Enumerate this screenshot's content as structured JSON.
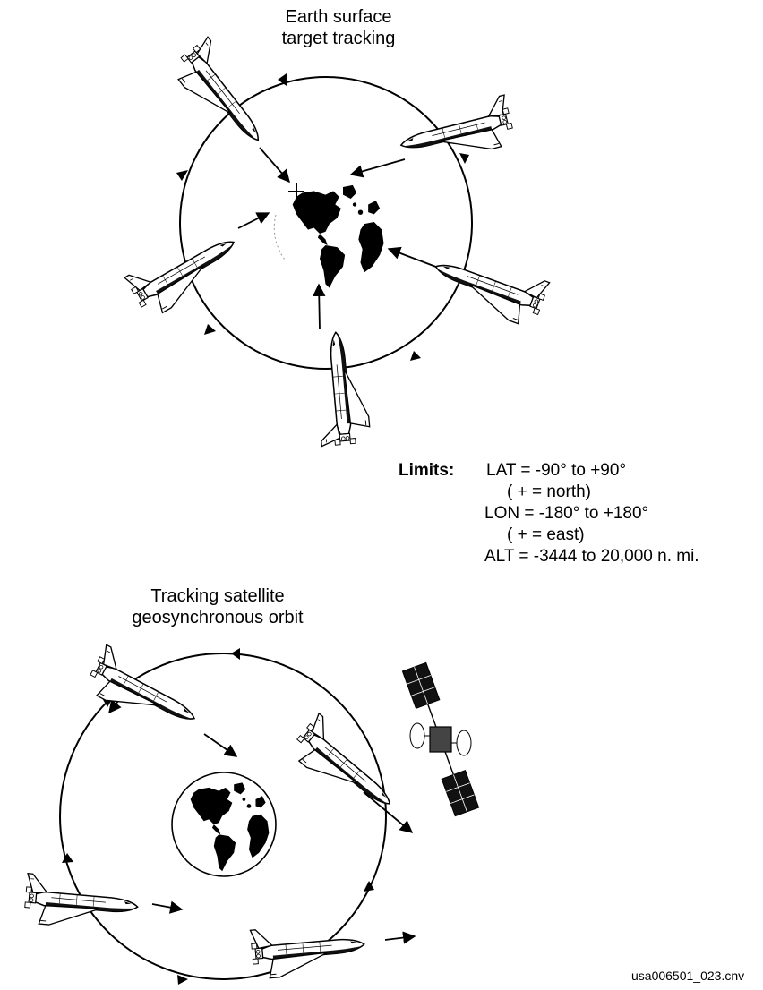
{
  "top_panel": {
    "title_line1": "Earth surface",
    "title_line2": "target tracking"
  },
  "limits": {
    "heading": "Limits:",
    "lat": "LAT = -90° to +90°",
    "lat_note": "( + = north)",
    "lon": "LON = -180° to +180°",
    "lon_note": "( + = east)",
    "alt": "ALT = -3444 to 20,000 n. mi."
  },
  "bottom_panel": {
    "title_line1": "Tracking satellite",
    "title_line2": "geosynchronous orbit"
  },
  "file_id": "usa006501_023.cnv",
  "icons": [
    "space-shuttle-icon",
    "earth-globe-icon",
    "satellite-icon",
    "target-cross-icon"
  ]
}
